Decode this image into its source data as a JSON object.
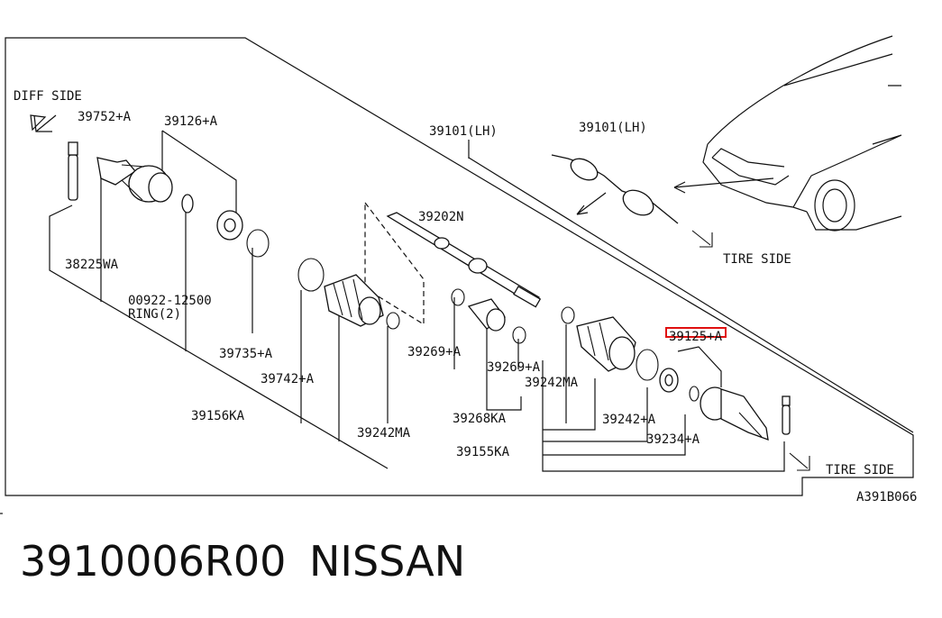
{
  "labels": {
    "diff_side": "DIFF SIDE",
    "tire_side_top": "TIRE SIDE",
    "tire_side_bottom": "TIRE SIDE",
    "diagram_code": "A391B066"
  },
  "callouts": {
    "p39752": "39752+A",
    "p39126": "39126+A",
    "p39101_main": "39101(LH)",
    "p39101_car": "39101(LH)",
    "p39202": "39202N",
    "p38225": "38225WA",
    "p00922": "00922-12500",
    "ring": "RING(2)",
    "p39735": "39735+A",
    "p39742": "39742+A",
    "p39269a": "39269+A",
    "p39269b": "39269+A",
    "p39242ma_1": "39242MA",
    "p39125": "39125+A",
    "p39156": "39156KA",
    "p39242ma_2": "39242MA",
    "p39268": "39268KA",
    "p39242a": "39242+A",
    "p39234": "39234+A",
    "p39155": "39155KA"
  },
  "highlight": {
    "part": "39125+A",
    "color": "#e01010"
  },
  "footer": {
    "part_number": "3910006R00",
    "brand": "NISSAN"
  }
}
